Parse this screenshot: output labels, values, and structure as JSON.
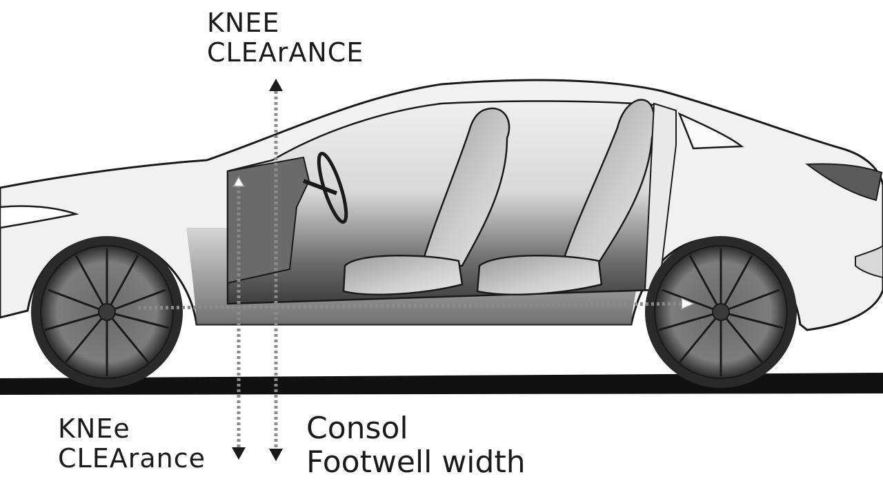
{
  "labels": {
    "top_knee_clearance": {
      "line1": "KNEE",
      "line2": "CLEArANCE"
    },
    "bottom_knee_clearance": {
      "line1": "KNEe",
      "line2": "CLEArance"
    },
    "console_footwell": {
      "line1": "Consol",
      "line2": "Footwell width"
    }
  },
  "colors": {
    "outline": "#1a1a1a",
    "body_fill": "#f1f1f1",
    "interior_dark": "#5c5c5c",
    "ground_shadow": "#111111",
    "dotted_line": "#8a8a8a",
    "arrow": "#1a1a1a"
  }
}
